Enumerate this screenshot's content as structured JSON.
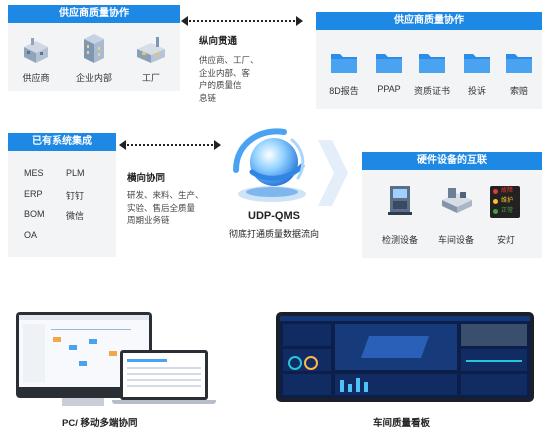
{
  "supplier_panel": {
    "title": "供应商质量协作",
    "items": [
      "供应商",
      "企业内部",
      "工厂"
    ]
  },
  "vertical": {
    "title": "纵向贯通",
    "lines": [
      "供应商、工厂、",
      "企业内部、客",
      "户的质量信",
      "息链"
    ]
  },
  "right_panel": {
    "title": "供应商质量协作",
    "items": [
      "8D报告",
      "PPAP",
      "资质证书",
      "投诉",
      "索赔"
    ]
  },
  "systems_panel": {
    "title": "已有系统集成",
    "col1": [
      "MES",
      "ERP",
      "BOM",
      "OA"
    ],
    "col2": [
      "PLM",
      "钉钉",
      "微信"
    ]
  },
  "horizontal": {
    "title": "横向协同",
    "lines": [
      "研发、来料、生产、",
      "实验、售后全质量",
      "周期业务链"
    ]
  },
  "center": {
    "name": "UDP-QMS",
    "tagline": "彻底打通质量数据流向"
  },
  "hardware_panel": {
    "title": "硬件设备的互联",
    "items": [
      "检测设备",
      "车间设备",
      "安灯"
    ],
    "andon": [
      "故障",
      "维护",
      "正常"
    ]
  },
  "bottom": {
    "left_caption": "PC/ 移动多端协同",
    "right_caption": "车间质量看板"
  },
  "colors": {
    "accent": "#1e88e5",
    "panel_bg": "#f3f4f6",
    "folder": "#2b8de8"
  }
}
